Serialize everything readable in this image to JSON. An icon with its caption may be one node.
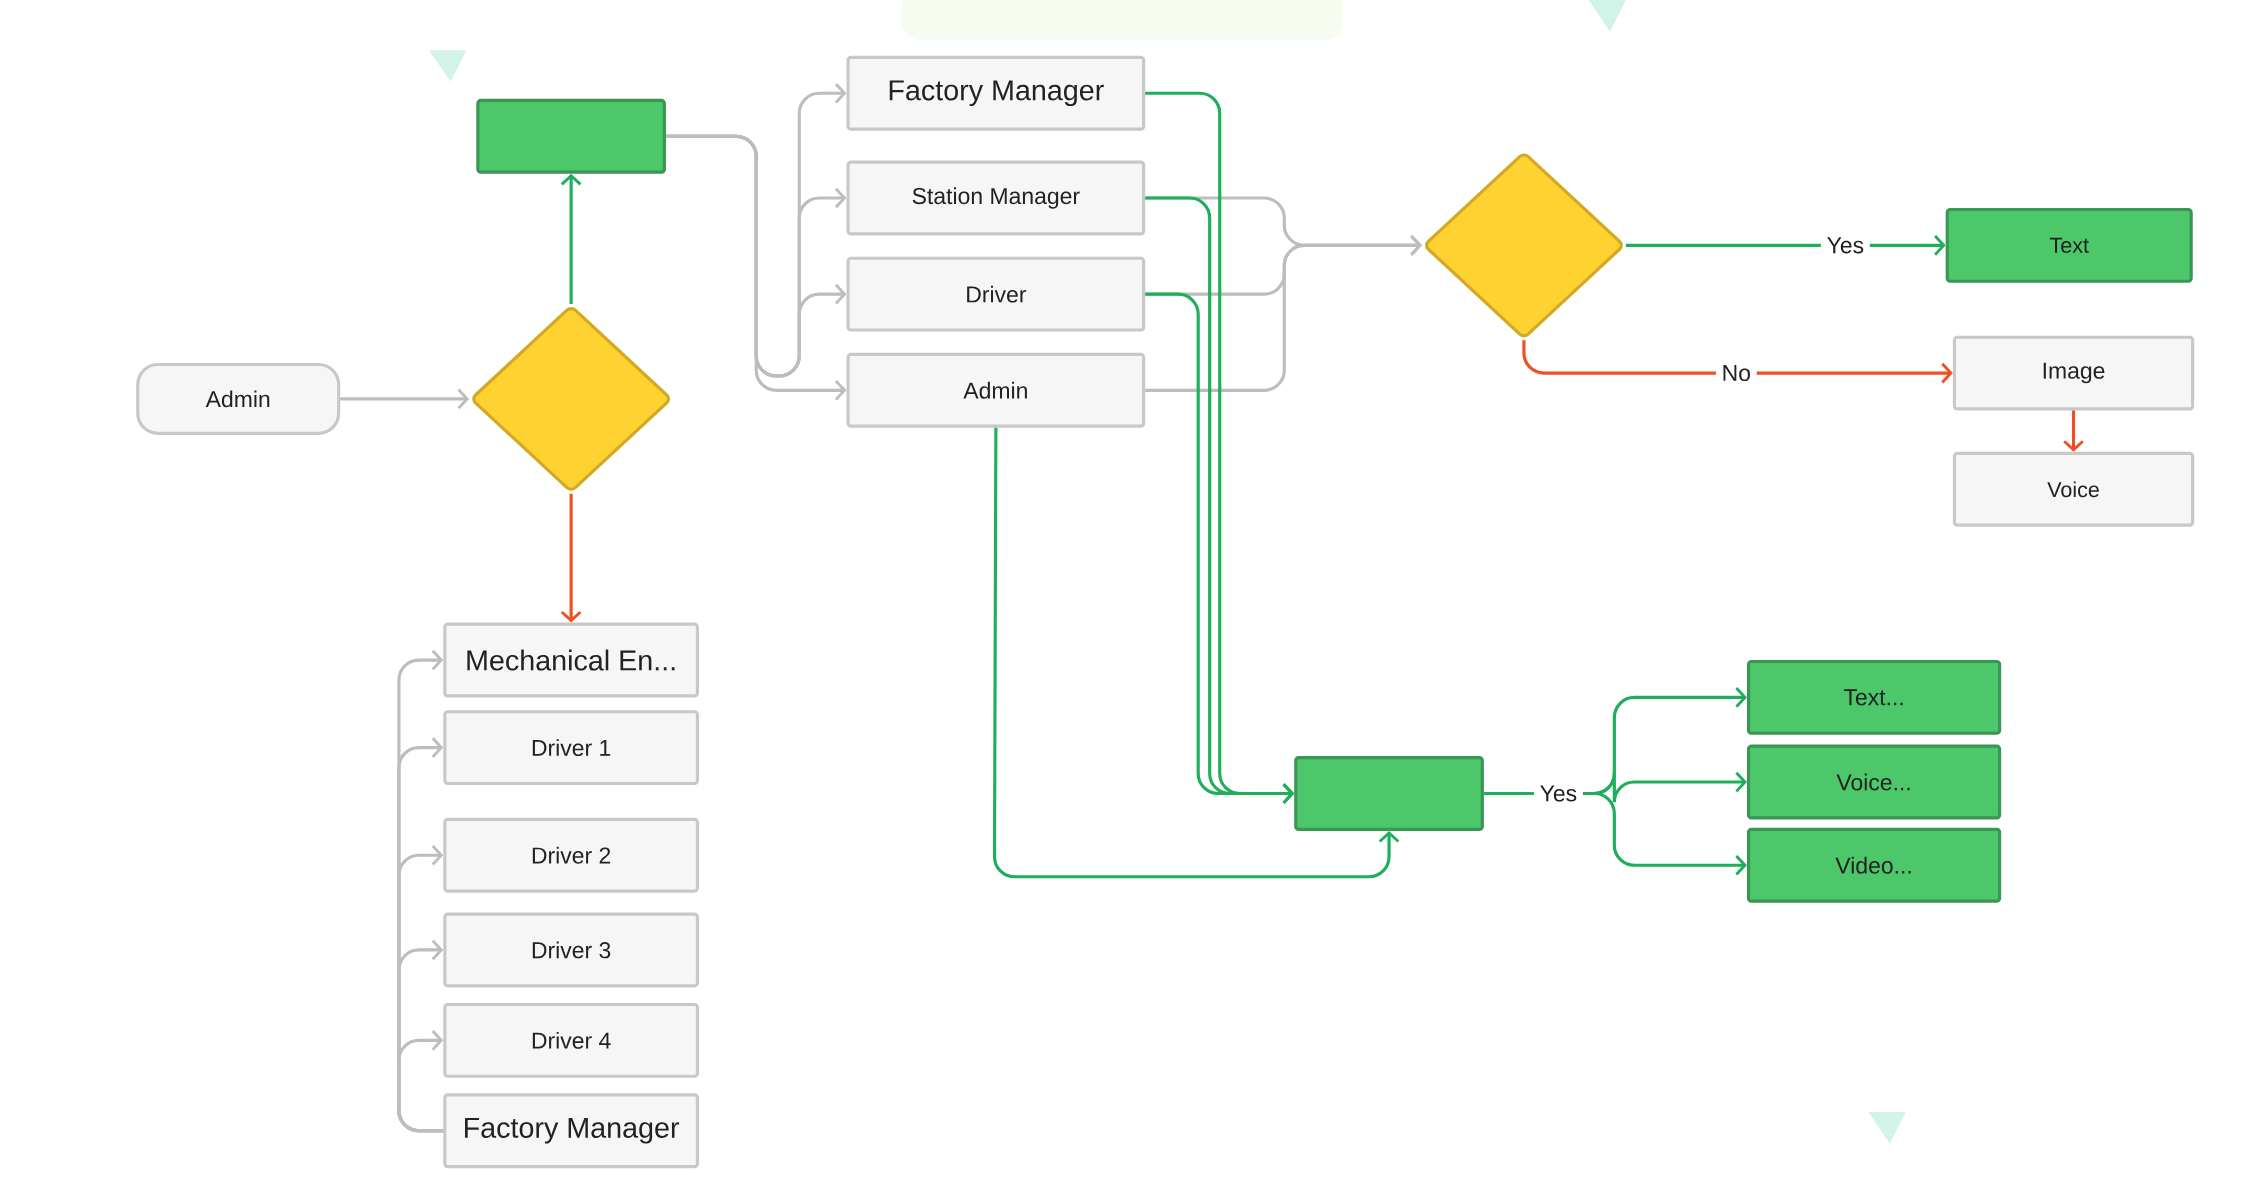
{
  "diagram": {
    "nodes": [
      {
        "text": [],
        "shape": "box"
      },
      {
        "text": [
          "Admin"
        ]
      },
      {
        "text": [],
        "shape": "diamond"
      },
      {
        "text": [
          "Factory Manager"
        ]
      },
      {
        "text": [
          "Station Manager"
        ]
      },
      {
        "text": [
          "Driver"
        ]
      },
      {
        "text": [
          "Admin"
        ]
      },
      {
        "text": [],
        "shape": "diamond"
      },
      {
        "text": [
          "Text"
        ]
      },
      {
        "text": [
          "Image"
        ]
      },
      {
        "text": [
          "Voice"
        ]
      },
      {
        "text": [
          "Mechanical En..."
        ]
      },
      {
        "text": [
          "Driver 1"
        ]
      },
      {
        "text": [
          "Driver 2"
        ]
      },
      {
        "text": [
          "Driver 3"
        ]
      },
      {
        "text": [
          "Driver 4"
        ]
      },
      {
        "text": [
          "Factory Manager"
        ]
      },
      {
        "text": [],
        "shape": "box"
      },
      {
        "text": [
          "Text..."
        ]
      },
      {
        "text": [
          "Voice..."
        ]
      },
      {
        "text": [
          "Video..."
        ]
      }
    ],
    "edges": [
      {
        "from": 1,
        "to": 2,
        "arrow": "to"
      },
      {
        "from": 2,
        "to": 0,
        "arrow": "to",
        "color": "#1fae5b"
      },
      {
        "from": 2,
        "to": 11,
        "arrow": "to",
        "color": "#f04e23"
      },
      {
        "from": 0,
        "to": 3,
        "arrow": "to"
      },
      {
        "from": 0,
        "to": 4,
        "arrow": "to"
      },
      {
        "from": 0,
        "to": 5,
        "arrow": "to"
      },
      {
        "from": 0,
        "to": 6,
        "arrow": "to"
      },
      {
        "from": 4,
        "to": 7,
        "arrow": "to"
      },
      {
        "from": 5,
        "to": 7,
        "arrow": "to"
      },
      {
        "from": 6,
        "to": 7,
        "arrow": "to"
      },
      {
        "from": 7,
        "to": 8,
        "arrow": "to",
        "label": "Yes",
        "color": "#1fae5b"
      },
      {
        "from": 7,
        "to": 9,
        "arrow": "to",
        "label": "No",
        "color": "#f04e23"
      },
      {
        "from": 9,
        "to": 10,
        "arrow": "to",
        "color": "#f04e23"
      },
      {
        "from": 16,
        "to": 11,
        "arrow": "to"
      },
      {
        "from": 16,
        "to": 12,
        "arrow": "to"
      },
      {
        "from": 16,
        "to": 13,
        "arrow": "to"
      },
      {
        "from": 16,
        "to": 14,
        "arrow": "to"
      },
      {
        "from": 16,
        "to": 15,
        "arrow": "to"
      },
      {
        "from": 3,
        "to": 17,
        "arrow": "to",
        "color": "#1fae5b"
      },
      {
        "from": 4,
        "to": 17,
        "arrow": "to",
        "color": "#1fae5b"
      },
      {
        "from": 5,
        "to": 17,
        "arrow": "to",
        "color": "#1fae5b"
      },
      {
        "from": 6,
        "to": 17,
        "arrow": "to",
        "color": "#1fae5b"
      },
      {
        "from": 17,
        "to": 18,
        "arrow": "to",
        "color": "#1fae5b"
      },
      {
        "from": 17,
        "to": 19,
        "arrow": "to",
        "label": "Yes",
        "color": "#1fae5b"
      },
      {
        "from": 17,
        "to": 20,
        "arrow": "to",
        "color": "#1fae5b"
      }
    ]
  }
}
